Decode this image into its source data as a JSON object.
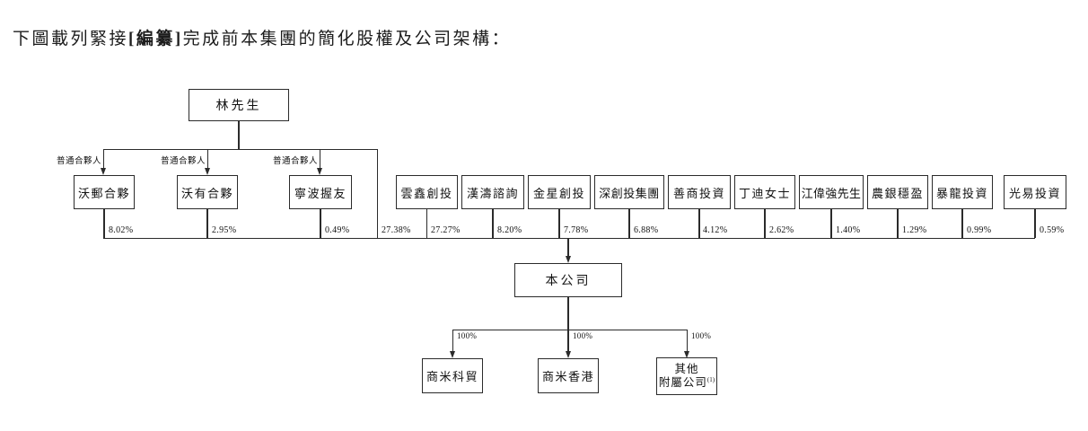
{
  "page": {
    "title_prefix": "下圖載列緊接",
    "title_redacted": "[編纂]",
    "title_suffix": "完成前本集團的簡化股權及公司架構："
  },
  "diagram": {
    "type": "corporate-shareholding-structure",
    "root": {
      "name": "林先生",
      "direct_percent": "27.38%"
    },
    "gp_label": "普通合夥人",
    "partnerships": [
      {
        "name": "沃郵合夥",
        "percent": "8.02%",
        "relation": "普通合夥人"
      },
      {
        "name": "沃有合夥",
        "percent": "2.95%",
        "relation": "普通合夥人"
      },
      {
        "name": "寧波握友",
        "percent": "0.49%",
        "relation": "普通合夥人"
      }
    ],
    "shareholders": [
      {
        "name": "雲鑫創投",
        "percent": "27.27%"
      },
      {
        "name": "漢濤諮詢",
        "percent": "8.20%"
      },
      {
        "name": "金星創投",
        "percent": "7.78%"
      },
      {
        "name": "深創投集團",
        "percent": "6.88%"
      },
      {
        "name": "善商投資",
        "percent": "4.12%"
      },
      {
        "name": "丁迪女士",
        "percent": "2.62%"
      },
      {
        "name": "江偉強先生",
        "percent": "1.40%"
      },
      {
        "name": "農銀穩盈",
        "percent": "1.29%"
      },
      {
        "name": "暴龍投資",
        "percent": "0.99%"
      },
      {
        "name": "光易投資",
        "percent": "0.59%"
      }
    ],
    "company": {
      "name": "本公司"
    },
    "subsidiaries": [
      {
        "name": "商米科貿",
        "percent": "100%"
      },
      {
        "name": "商米香港",
        "percent": "100%"
      },
      {
        "name": "其他附屬公司",
        "name_line1": "其他",
        "name_line2": "附屬公司",
        "note_ref": "(1)",
        "percent": "100%"
      }
    ]
  }
}
